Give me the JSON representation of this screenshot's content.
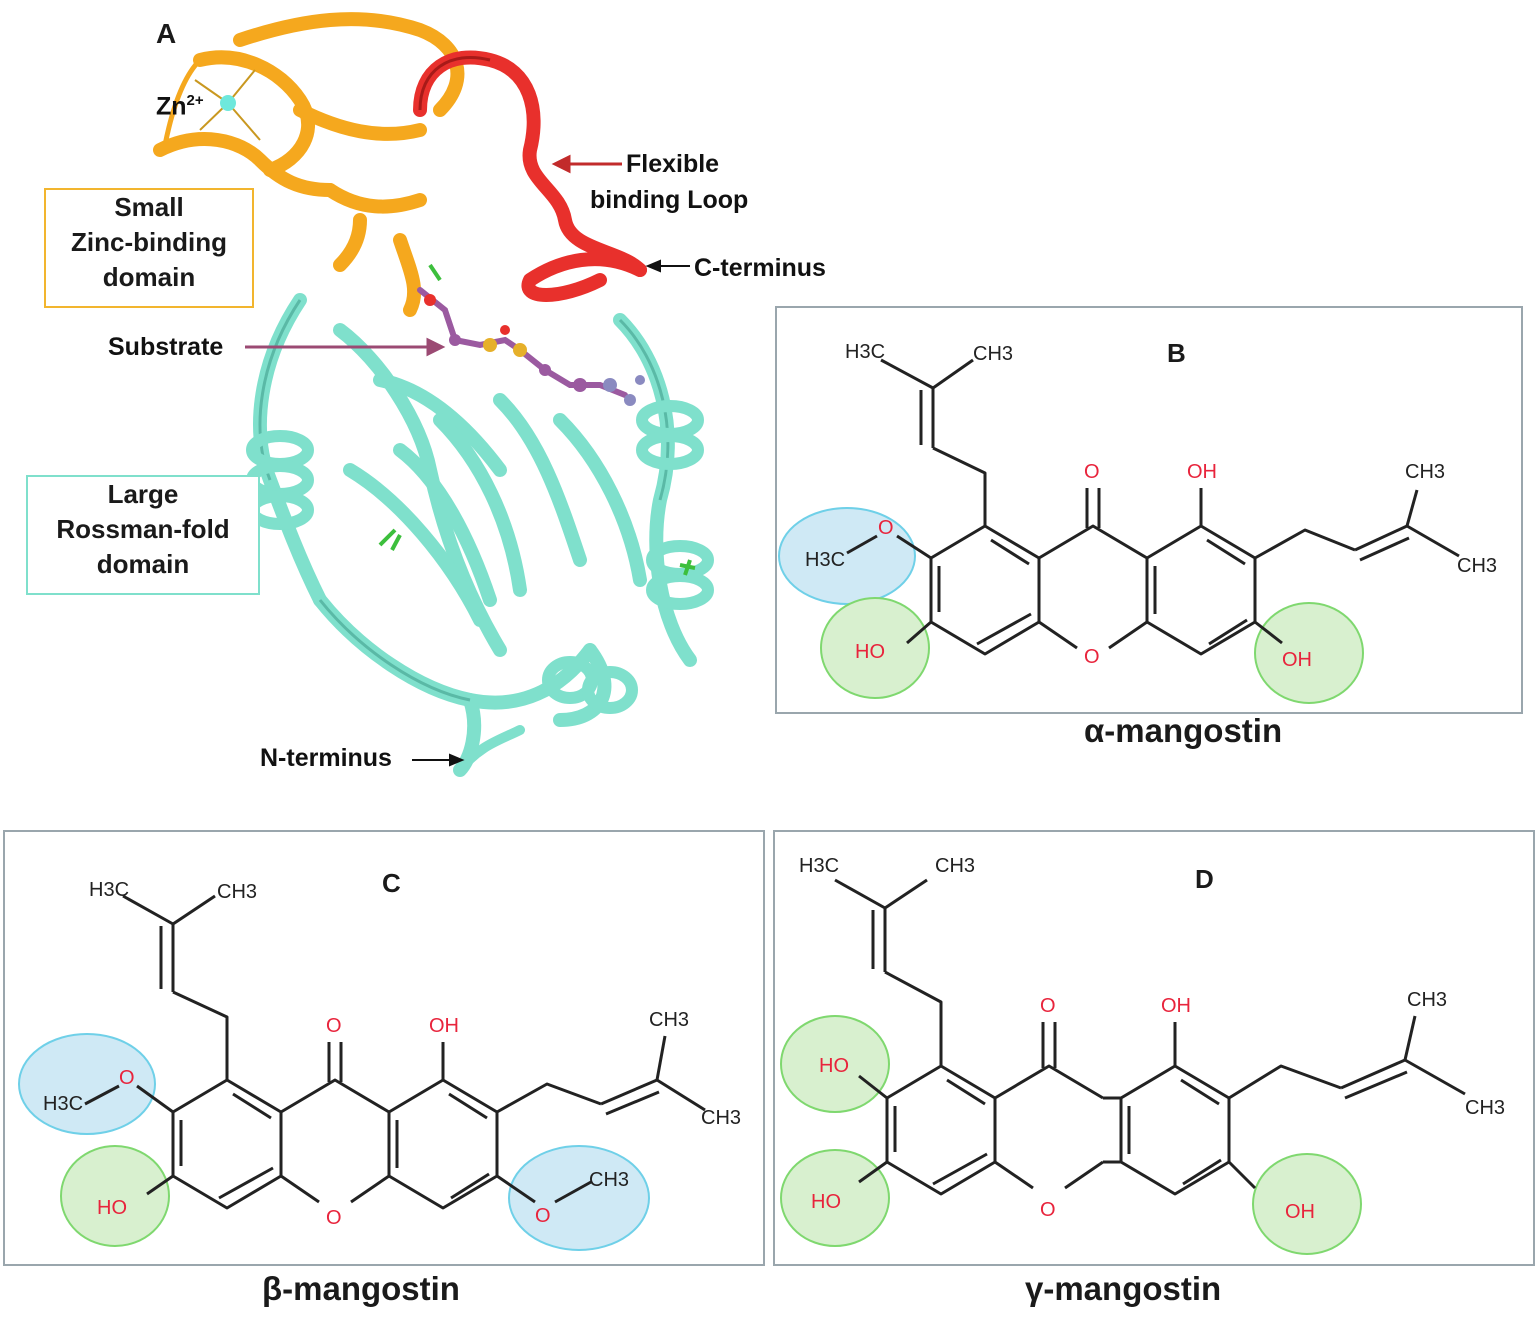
{
  "panel_a": {
    "letter": "A",
    "labels": {
      "zn": "Zn",
      "zn_sup": "2+",
      "flex1": "Flexible",
      "flex2": "binding Loop",
      "cterm": "C-terminus",
      "substrate": "Substrate",
      "nterm": "N-terminus"
    },
    "small_domain": [
      "Small",
      "Zinc-binding",
      "domain"
    ],
    "large_domain": [
      "Large",
      "Rossman-fold",
      "domain"
    ]
  },
  "panel_b": {
    "letter": "B",
    "name": "α-mangostin"
  },
  "panel_c": {
    "letter": "C",
    "name": "β-mangostin"
  },
  "panel_d": {
    "letter": "D",
    "name": "γ-mangostin"
  },
  "chem": {
    "h3c": "H3C",
    "ch3": "CH3",
    "o": "O",
    "oh": "OH",
    "ho": "HO"
  },
  "colors": {
    "protein": "#7fe0cc",
    "zinc_domain": "#f5a81e",
    "loop": "#e8302c",
    "methoxy_circle": "#cfe9f5",
    "hydroxy_circle": "#d8f0cf",
    "heteroatom": "#e8243c"
  }
}
